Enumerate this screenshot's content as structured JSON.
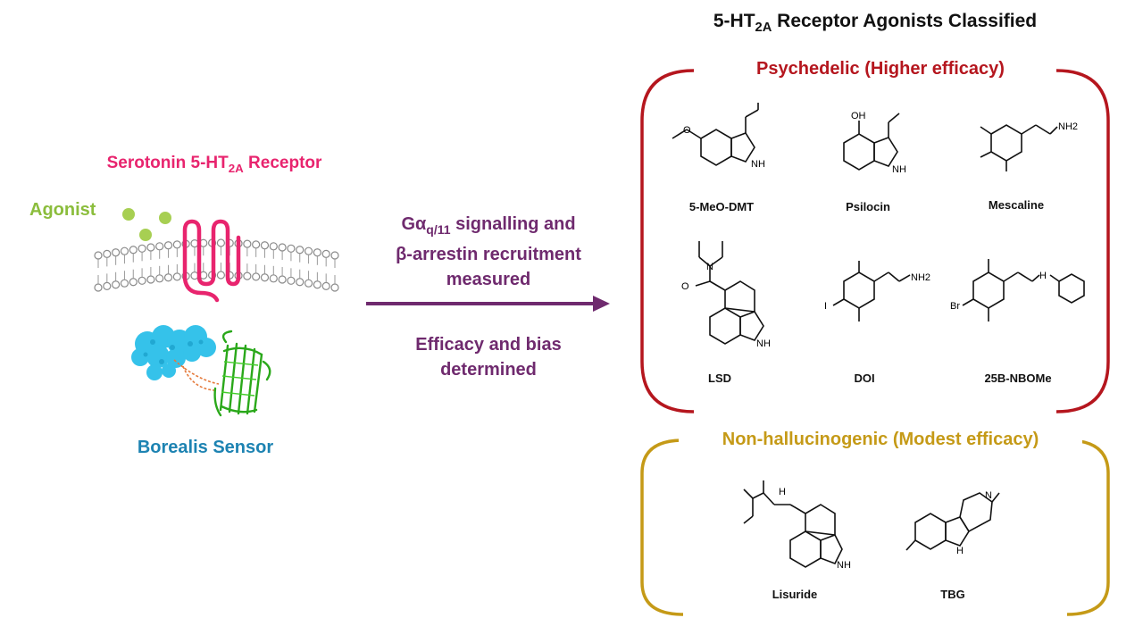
{
  "title": {
    "prefix": "5-HT",
    "sub": "2A",
    "suffix": " Receptor Agonists Classified"
  },
  "left": {
    "receptor": {
      "prefix": "Serotonin 5-HT",
      "sub": "2A",
      "suffix": " Receptor"
    },
    "agonist": "Agonist",
    "sensor": "Borealis Sensor"
  },
  "middle": {
    "line1_prefix": "Gα",
    "line1_sub": "q/11",
    "line1_suffix": " signalling and",
    "line2": "β-arrestin recruitment",
    "line3": "measured",
    "line4": "Efficacy and bias",
    "line5": "determined"
  },
  "groups": {
    "psychedelic": {
      "title": "Psychedelic (Higher efficacy)",
      "color": "#b5161e",
      "molecules": [
        "5-MeO-DMT",
        "Psilocin",
        "Mescaline",
        "LSD",
        "DOI",
        "25B-NBOMe"
      ]
    },
    "non_hallucinogenic": {
      "title": "Non-hallucinogenic (Modest efficacy)",
      "color": "#c59a17",
      "molecules": [
        "Lisuride",
        "TBG"
      ]
    }
  },
  "atoms": {
    "nh": "NH",
    "h": "H",
    "n": "N",
    "o": "O",
    "oh": "OH",
    "nh2": "NH2",
    "i": "I",
    "br": "Br"
  },
  "colors": {
    "receptor": "#e8246e",
    "agonist": "#8bbd3c",
    "sensor": "#1d83b2",
    "arrow": "#6f2a6e"
  }
}
